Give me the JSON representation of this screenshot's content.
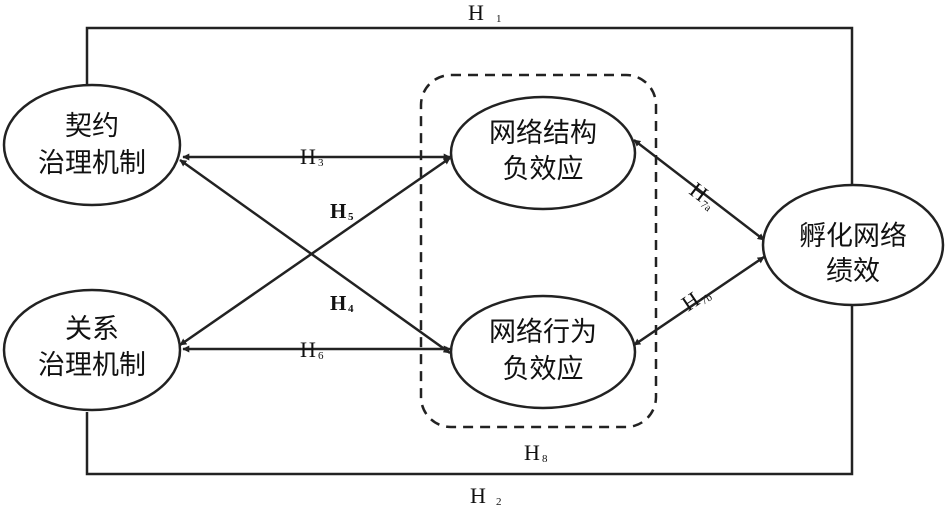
{
  "nodes": {
    "contract": {
      "line1": "契约",
      "line2": "治理机制"
    },
    "relation": {
      "line1": "关系",
      "line2": "治理机制"
    },
    "structure": {
      "line1": "网络结构",
      "line2": "负效应"
    },
    "behavior": {
      "line1": "网络行为",
      "line2": "负效应"
    },
    "performance": {
      "line1": "孵化网络",
      "line2": "绩效"
    }
  },
  "hypotheses": {
    "h1": {
      "main": "H",
      "sub": "1"
    },
    "h2": {
      "main": "H",
      "sub": "2"
    },
    "h3": {
      "main": "H",
      "sub": "3"
    },
    "h4": {
      "main": "H",
      "sub": "4"
    },
    "h5": {
      "main": "H",
      "sub": "5"
    },
    "h6": {
      "main": "H",
      "sub": "6"
    },
    "h7a": {
      "main": "H",
      "sub": "7a"
    },
    "h7b": {
      "main": "H",
      "sub": "7b"
    },
    "h8": {
      "main": "H",
      "sub": "8"
    }
  }
}
